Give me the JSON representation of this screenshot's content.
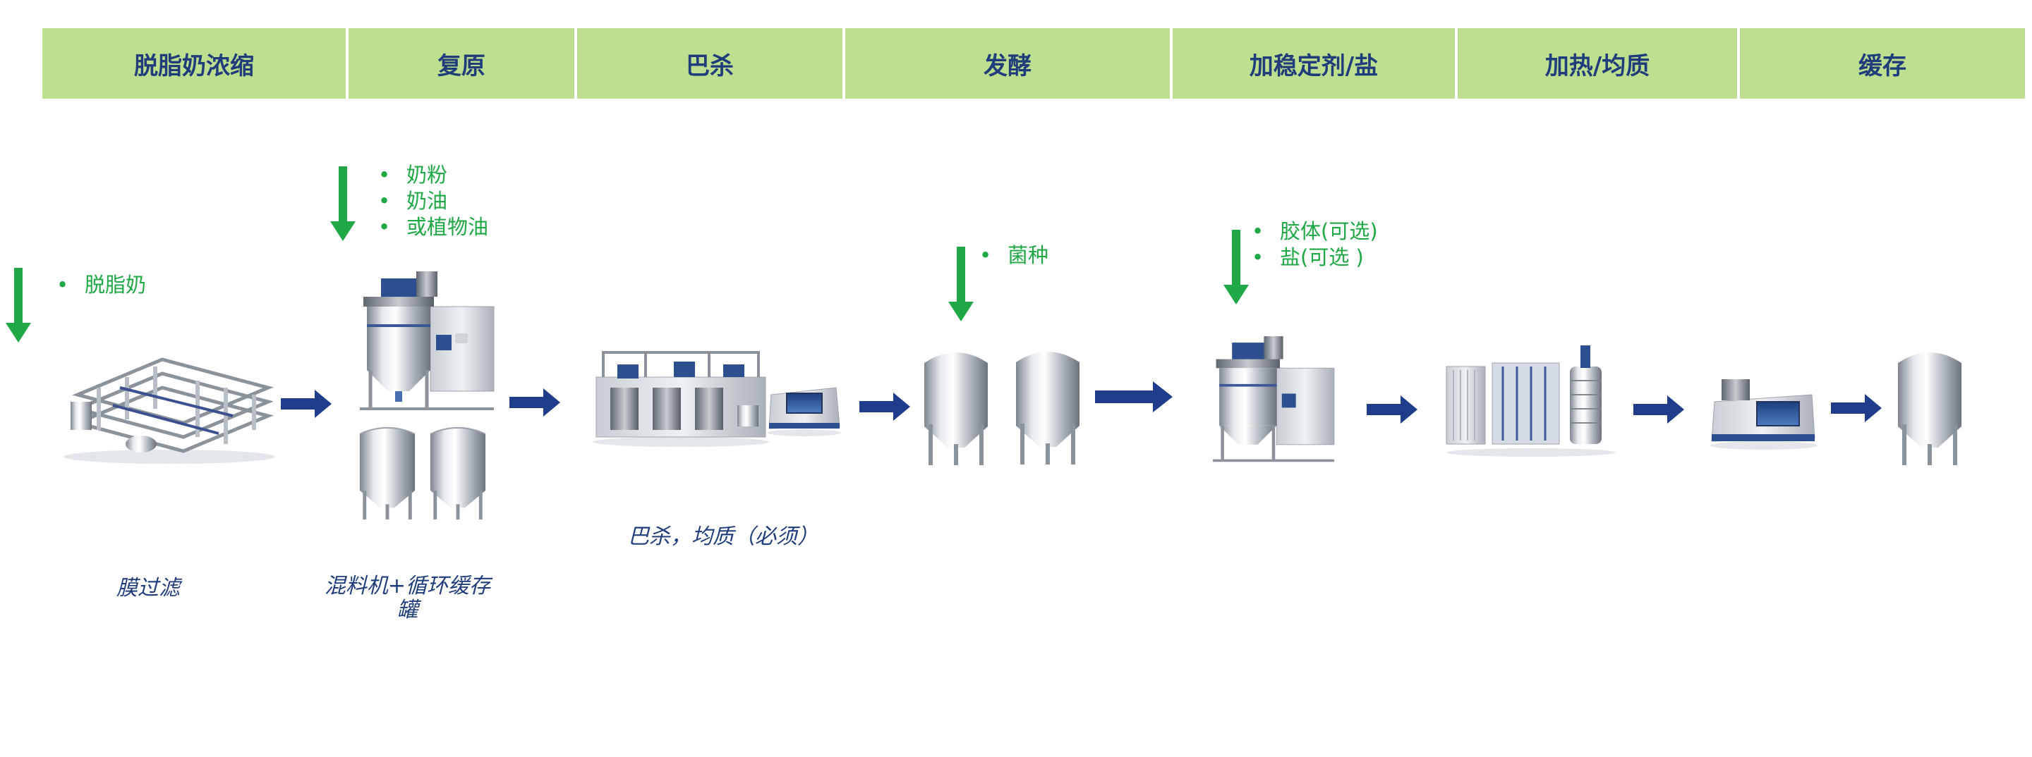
{
  "stages": [
    "脱脂奶浓缩",
    "复原",
    "巴杀",
    "发酵",
    "加稳定剂/盐",
    "加热/均质",
    "缓存"
  ],
  "inputs": {
    "skim": [
      "脱脂奶"
    ],
    "reconstitution": [
      "奶粉",
      "奶油",
      "或植物油"
    ],
    "fermentation": [
      "菌种"
    ],
    "stabilizer": [
      "胶体(可选)",
      "盐(可选 )"
    ]
  },
  "captions": {
    "membrane": "膜过滤",
    "mixer": "混料机+循环缓存罐",
    "pasteurize": "巴杀，均质（必须）"
  },
  "colors": {
    "header_bg": "#bddf8f",
    "header_text": "#1f3d7a",
    "input_green": "#1fa845",
    "flow_arrow": "#1f3d8a",
    "caption_text": "#1f3d7a"
  },
  "icons": [
    "down-arrow-icon",
    "flow-arrow-icon",
    "membrane-filter-equipment",
    "mixer-tank-equipment",
    "storage-tank-equipment",
    "pasteurizer-equipment",
    "homogenizer-equipment",
    "heat-exchanger-equipment"
  ]
}
